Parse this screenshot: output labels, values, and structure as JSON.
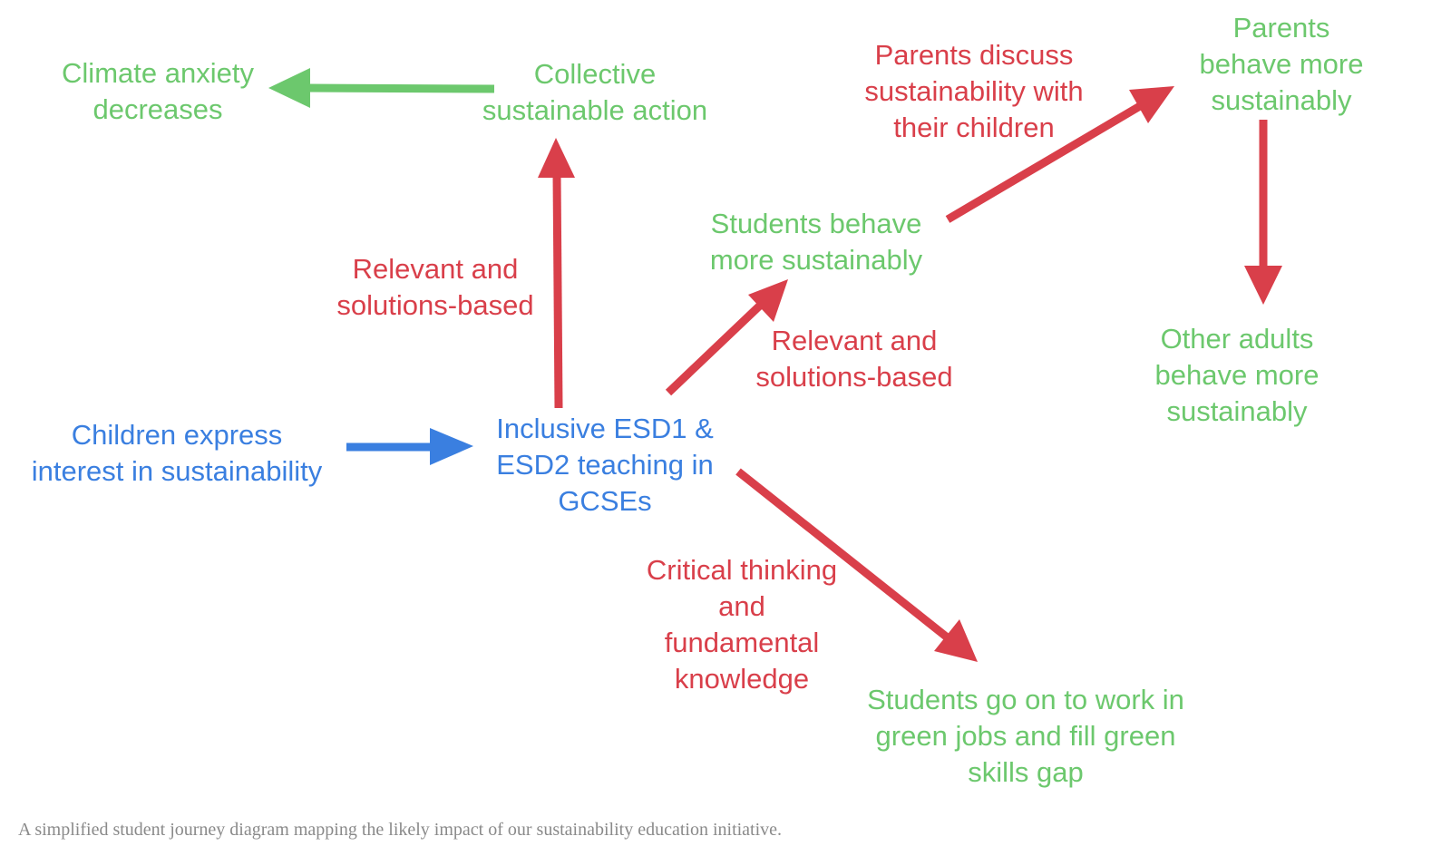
{
  "nodes": {
    "climate_anxiety": {
      "line1": "Climate anxiety",
      "line2": "decreases"
    },
    "collective_action": {
      "line1": "Collective",
      "line2": "sustainable action"
    },
    "parents_discuss": {
      "line1": "Parents discuss",
      "line2": "sustainability with",
      "line3": "their children"
    },
    "parents_behave": {
      "line1": "Parents",
      "line2": "behave more",
      "line3": "sustainably"
    },
    "students_behave": {
      "line1": "Students behave",
      "line2": "more sustainably"
    },
    "relevant_left": {
      "line1": "Relevant and",
      "line2": "solutions-based"
    },
    "relevant_right": {
      "line1": "Relevant and",
      "line2": "solutions-based"
    },
    "other_adults": {
      "line1": "Other adults",
      "line2": "behave more",
      "line3": "sustainably"
    },
    "children_express": {
      "line1": "Children express",
      "line2": "interest in sustainability"
    },
    "inclusive_esd": {
      "line1": "Inclusive ESD1 &",
      "line2": "ESD2 teaching in",
      "line3": "GCSEs"
    },
    "critical_thinking": {
      "line1": "Critical thinking",
      "line2": "and",
      "line3": "fundamental",
      "line4": "knowledge"
    },
    "green_jobs": {
      "line1": "Students go on to work in",
      "line2": "green jobs and fill green",
      "line3": "skills gap"
    }
  },
  "caption": "A simplified student journey diagram mapping the likely impact of our sustainability education initiative.",
  "colors": {
    "green": "#6cc86d",
    "red": "#d93f4a",
    "blue": "#3a7fe0",
    "caption": "#8a8a8a"
  }
}
